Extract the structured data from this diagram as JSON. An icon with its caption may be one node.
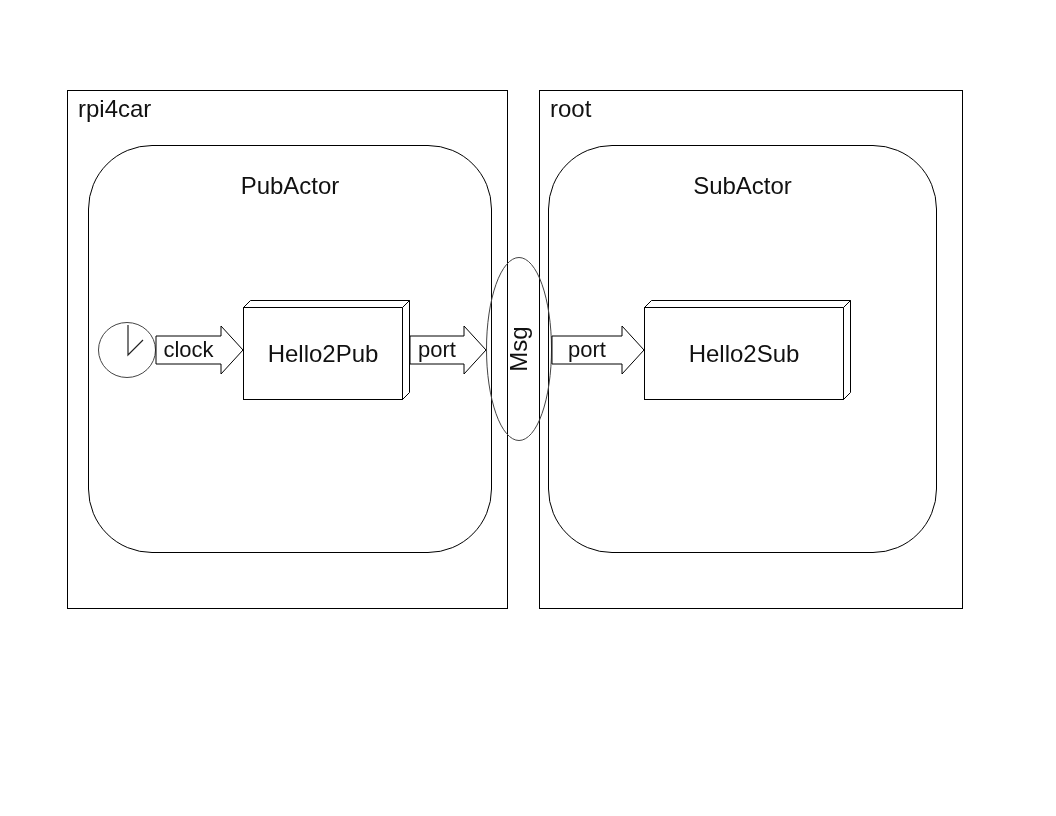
{
  "diagram": {
    "nodes": [
      {
        "text": [
          "rpi4car"
        ]
      },
      {
        "text": [
          "PubActor"
        ],
        "in": 0
      },
      {
        "text": [],
        "shape": "clock",
        "in": 1
      },
      {
        "text": [
          "Hello2Pub"
        ],
        "in": 1
      },
      {
        "text": [
          "Msg"
        ]
      },
      {
        "text": [
          "root"
        ]
      },
      {
        "text": [
          "SubActor"
        ],
        "in": 5
      },
      {
        "text": [
          "Hello2Sub"
        ],
        "in": 6
      }
    ],
    "edges": [
      {
        "from": 2,
        "to": 3,
        "arrow": "to",
        "label": "clock"
      },
      {
        "from": 3,
        "to": 4,
        "arrow": "to",
        "label": "port"
      },
      {
        "from": 4,
        "to": 7,
        "arrow": "to",
        "label": "port"
      }
    ]
  }
}
